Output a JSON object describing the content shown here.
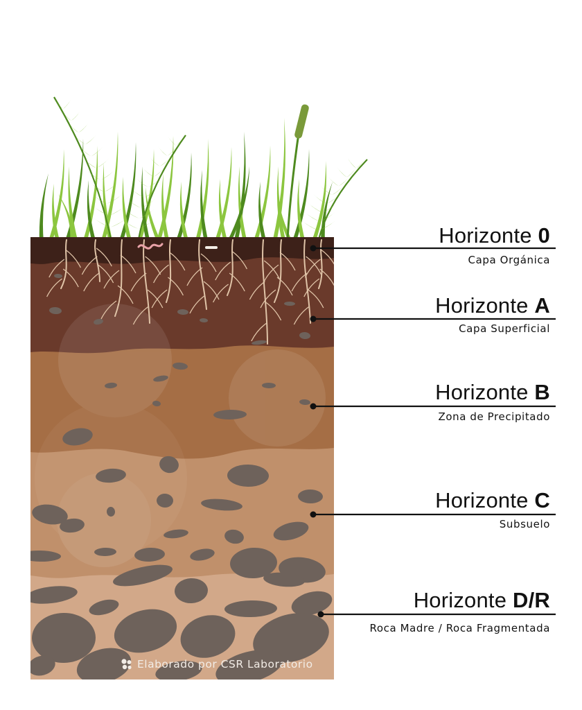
{
  "layers": [
    {
      "id": "o",
      "title_prefix": "Horizonte ",
      "title_letter": "0",
      "subtitle": "Capa Orgánica"
    },
    {
      "id": "a",
      "title_prefix": "Horizonte ",
      "title_letter": "A",
      "subtitle": "Capa Superficial"
    },
    {
      "id": "b",
      "title_prefix": "Horizonte ",
      "title_letter": "B",
      "subtitle": "Zona de Precipitado"
    },
    {
      "id": "c",
      "title_prefix": "Horizonte ",
      "title_letter": "C",
      "subtitle": "Subsuelo"
    },
    {
      "id": "dr",
      "title_prefix": "Horizonte ",
      "title_letter": "D/R",
      "subtitle": "Roca Madre / Roca Fragmentada"
    }
  ],
  "credit": {
    "text": "Elaborado por CSR Laboratorio",
    "icon": "lab-logo-icon"
  },
  "colors": {
    "organic": "#3d2119",
    "topsoil": "#6a3a2b",
    "subsoil_b": "#a56e45",
    "substratum_c": "#c0906b",
    "bedrock": "#d2a889",
    "rock": "#6e625b",
    "grass_light": "#8cc63f",
    "grass_dark": "#4e8a1f",
    "root": "#e0c4a8",
    "leader_line": "#111111"
  }
}
